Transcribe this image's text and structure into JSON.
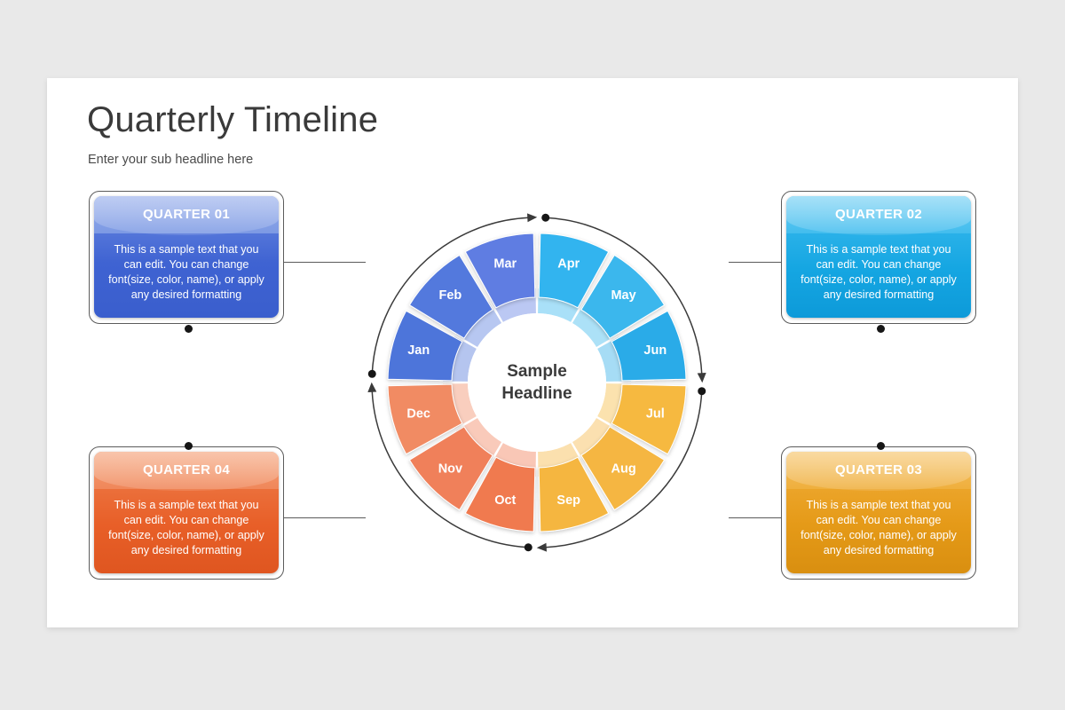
{
  "slide": {
    "title": "Quarterly Timeline",
    "subtitle": "Enter your sub headline here",
    "background_color": "#e9e9e9",
    "surface_color": "#ffffff"
  },
  "wheel": {
    "center_headline": "Sample\nHeadline",
    "months": [
      {
        "label": "Jan",
        "quarter": 1,
        "color": "#4e74da"
      },
      {
        "label": "Feb",
        "quarter": 1,
        "color": "#5379dd"
      },
      {
        "label": "Mar",
        "quarter": 1,
        "color": "#5e7de2"
      },
      {
        "label": "Apr",
        "quarter": 2,
        "color": "#31b4ef"
      },
      {
        "label": "May",
        "quarter": 2,
        "color": "#3ab7ed"
      },
      {
        "label": "Jun",
        "quarter": 2,
        "color": "#2aabe8"
      },
      {
        "label": "Jul",
        "quarter": 3,
        "color": "#f6b93f"
      },
      {
        "label": "Aug",
        "quarter": 3,
        "color": "#f5b642"
      },
      {
        "label": "Sep",
        "quarter": 3,
        "color": "#f5b63f"
      },
      {
        "label": "Oct",
        "quarter": 4,
        "color": "#f07a50"
      },
      {
        "label": "Nov",
        "quarter": 4,
        "color": "#f0805a"
      },
      {
        "label": "Dec",
        "quarter": 4,
        "color": "#f18b63"
      }
    ],
    "arcs": [
      {
        "quarter": 1,
        "start": "dot-left",
        "end": "arrow-top"
      },
      {
        "quarter": 2,
        "start": "dot-top",
        "end": "arrow-right"
      },
      {
        "quarter": 3,
        "start": "dot-right",
        "end": "arrow-bottom"
      },
      {
        "quarter": 4,
        "start": "dot-bottom",
        "end": "arrow-left"
      }
    ]
  },
  "quarters": [
    {
      "id": "q1",
      "title": "QUARTER 01",
      "body": "This is a sample text that you can edit. You can change font(size, color, name), or apply any desired formatting",
      "color": "#3f63d2"
    },
    {
      "id": "q2",
      "title": "QUARTER 02",
      "body": "This is a sample text that you can edit. You can change font(size, color, name), or apply any desired formatting",
      "color": "#15a6e2"
    },
    {
      "id": "q3",
      "title": "QUARTER 03",
      "body": "This is a sample text that you can edit. You can change font(size, color, name), or apply any desired formatting",
      "color": "#e59a18"
    },
    {
      "id": "q4",
      "title": "QUARTER 04",
      "body": "This is a sample text that you can edit. You can change font(size, color, name), or apply any desired formatting",
      "color": "#e85f28"
    }
  ]
}
